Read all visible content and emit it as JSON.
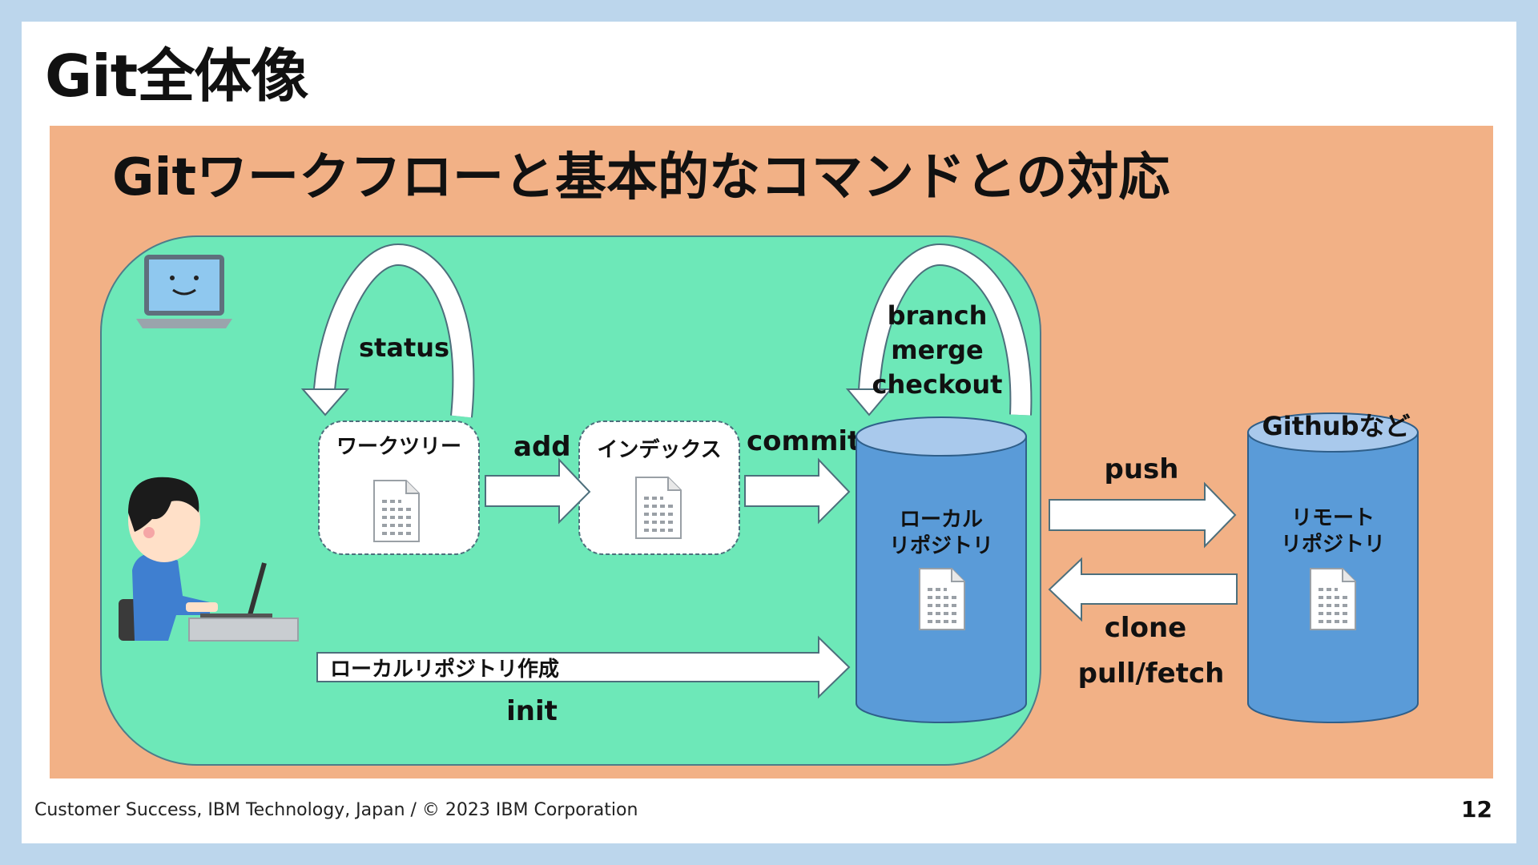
{
  "slide": {
    "title": "Git全体像",
    "panel_title": "Gitワークフローと基本的なコマンドとの対応",
    "footer": "Customer Success, IBM Technology, Japan / © 2023 IBM Corporation",
    "page_number": "12"
  },
  "diagram": {
    "working_tree_label": "ワークツリー",
    "index_label": "インデックス",
    "local_repo_line1": "ローカル",
    "local_repo_line2": "リポジトリ",
    "remote_repo_line1": "リモート",
    "remote_repo_line2": "リポジトリ",
    "remote_host_label": "Githubなど",
    "create_local_repo_label": "ローカルリポジトリ作成",
    "commands": {
      "status": "status",
      "add": "add",
      "commit": "commit",
      "branch": "branch",
      "merge": "merge",
      "checkout": "checkout",
      "push": "push",
      "clone": "clone",
      "pull_fetch": "pull/fetch",
      "init": "init"
    }
  },
  "colors": {
    "background_frame": "#bcd6ec",
    "panel": "#f2b186",
    "workspace": "#6de8b8",
    "repository": "#5a9bd8",
    "repository_top": "#a9c9ec"
  }
}
